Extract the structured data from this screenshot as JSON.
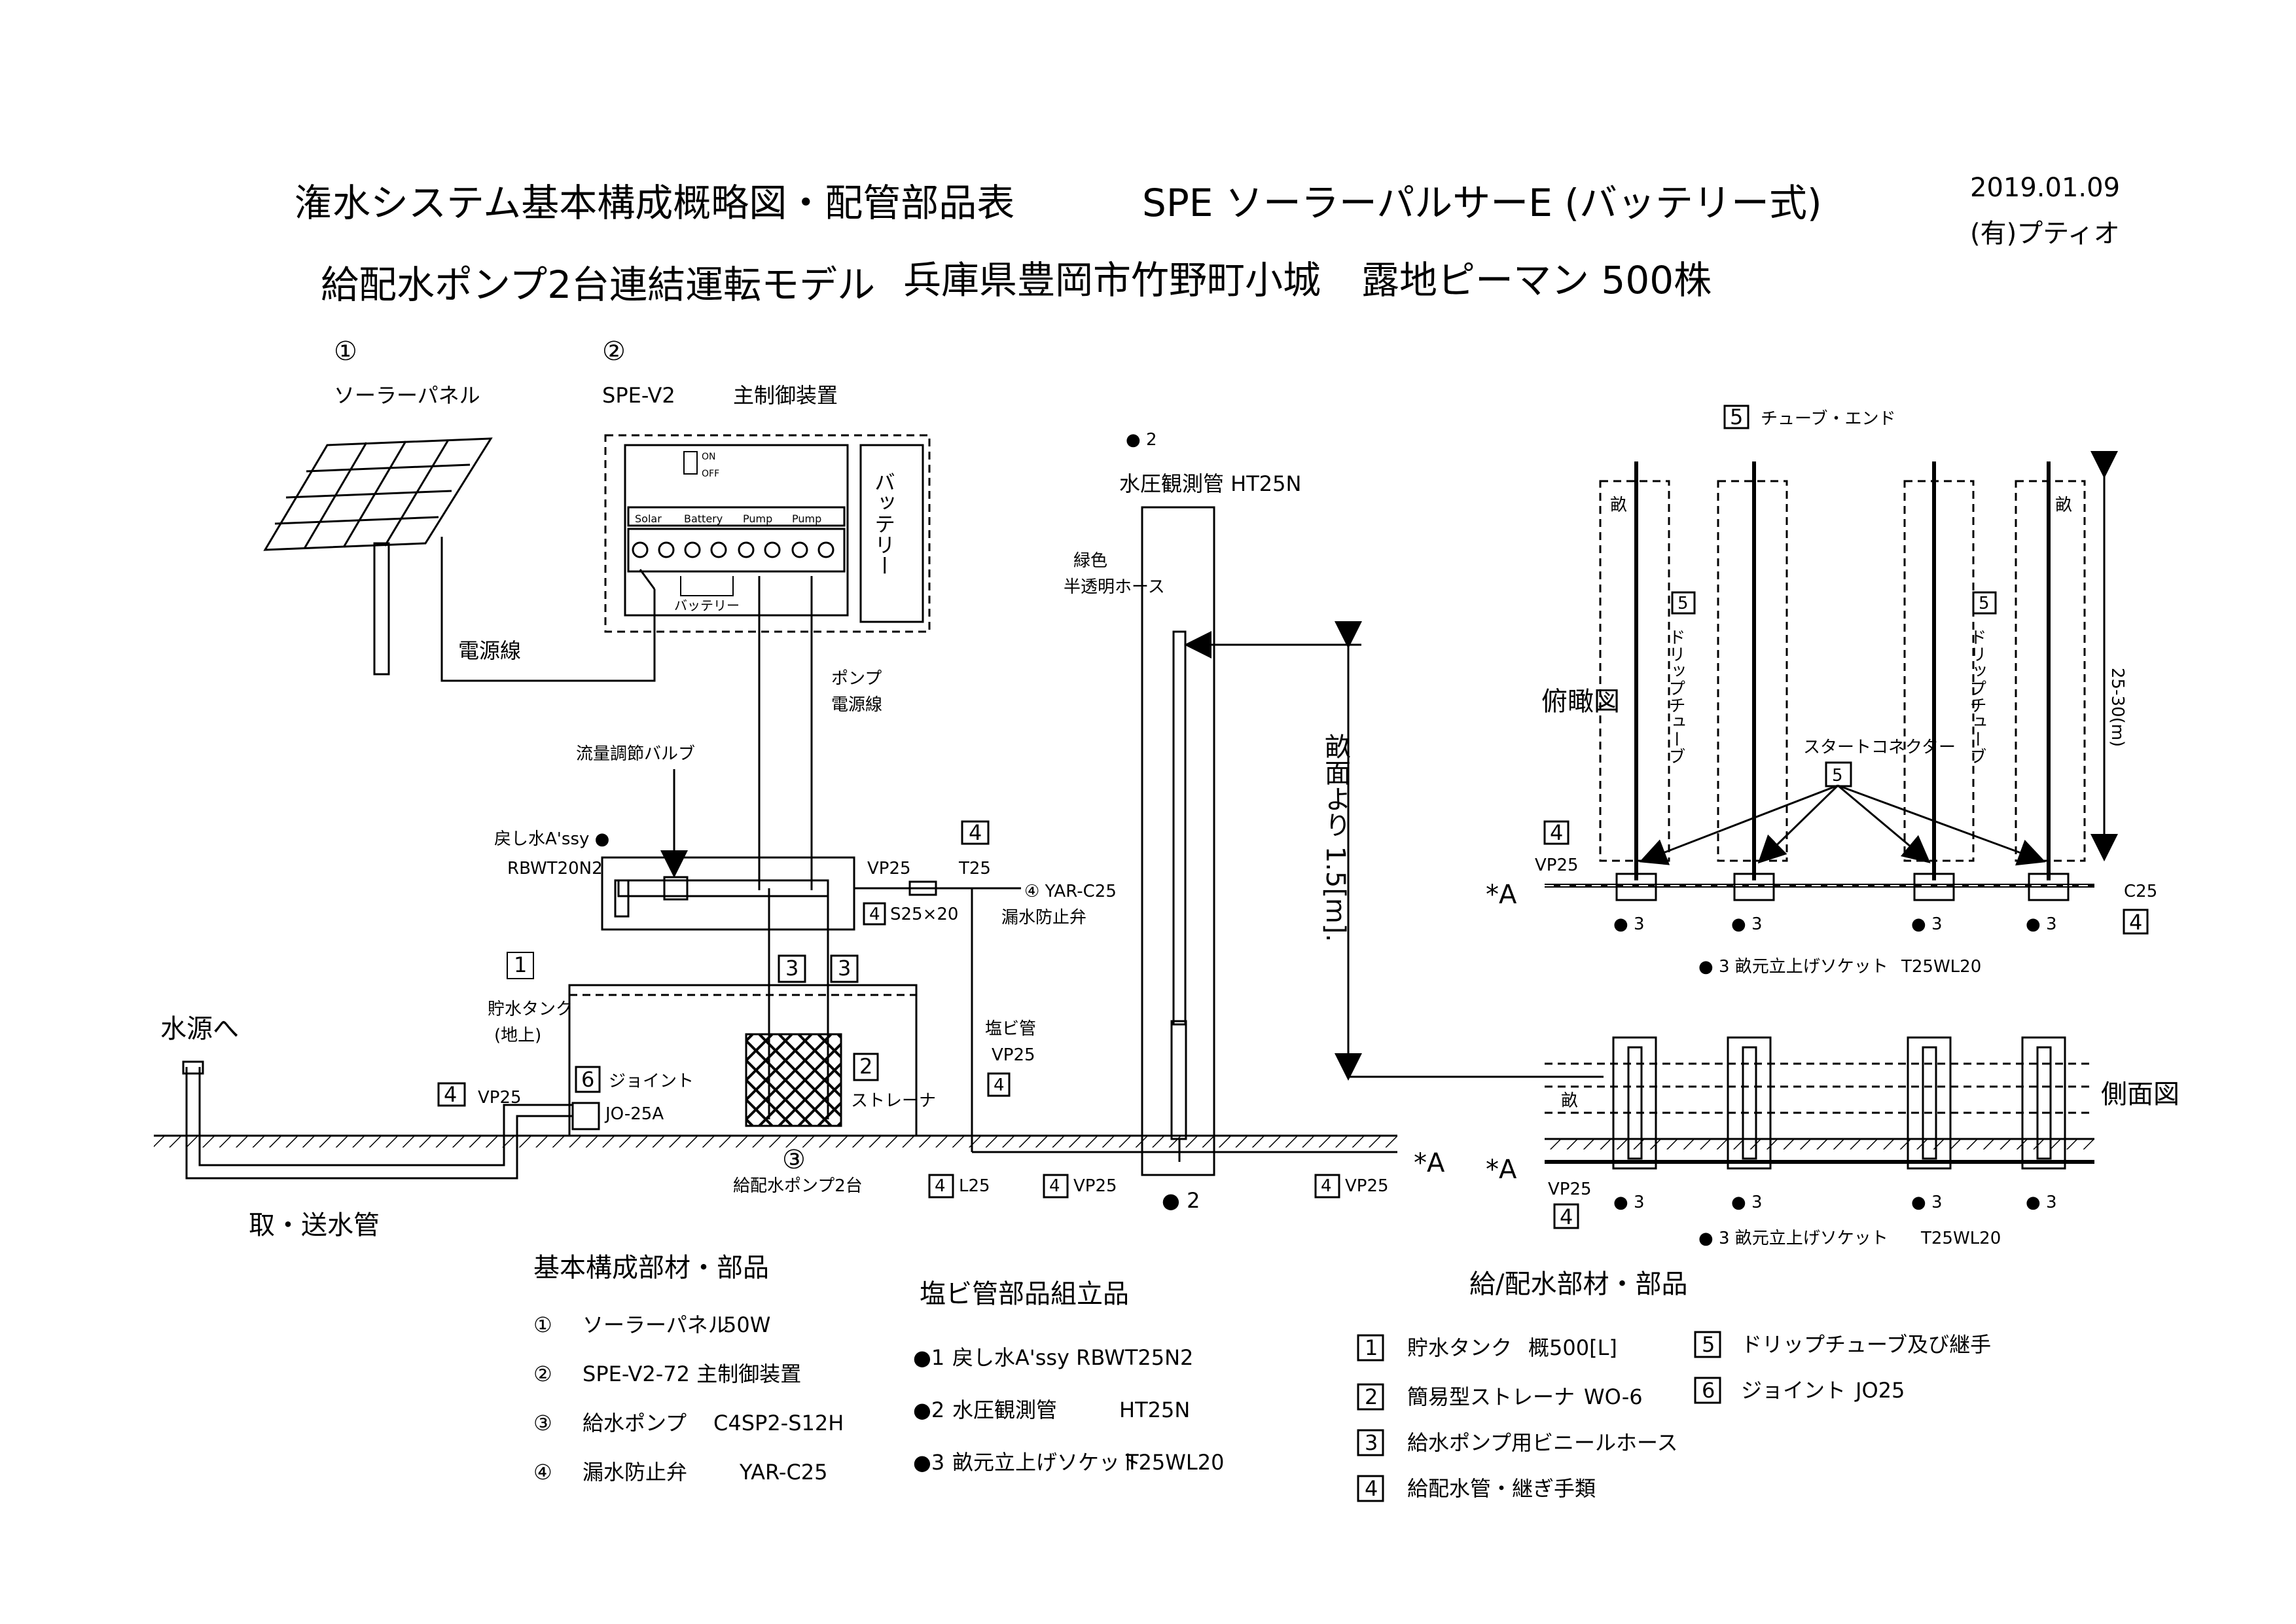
{
  "header": {
    "title": "潅水システム基本構成概略図・配管部品表",
    "product": "SPE ソーラーパルサーE (バッテリー式)",
    "date": "2019.01.09",
    "company": "(有)プティオ",
    "subtitle_model": "給配水ポンプ2台連結運転モデル",
    "subtitle_location": "兵庫県豊岡市竹野町小城",
    "subtitle_crop": "露地ピーマン 500株"
  },
  "diagram": {
    "solar": {
      "num": "①",
      "label": "ソーラーパネル"
    },
    "controller": {
      "num": "②",
      "name": "SPE-V2",
      "label": "主制御装置",
      "on": "ON",
      "off": "OFF",
      "terminals": [
        "Solar",
        "Battery",
        "Pump",
        "Pump"
      ],
      "battery_line": "バッテリー",
      "battery_box": "バッテリー"
    },
    "power_line": "電源線",
    "pump_line": "ポンプ\n電源線",
    "pump_line_1": "ポンプ",
    "pump_line_2": "電源線",
    "flow_valve": "流量調節バルブ",
    "return_assy": "戻し水A'ssy ●",
    "return_model": "RBWT20N2",
    "vp25": "VP25",
    "t25": "T25",
    "tag4": "4",
    "tag3": "3",
    "tag2": "2",
    "tag1": "1",
    "tag5": "5",
    "tag6": "6",
    "yar": "④ YAR-C25",
    "leak_valve": "漏水防止弁",
    "s25": "S25×20",
    "tank_1": "貯水タンク",
    "tank_2": "(地上)",
    "strainer": "ストレーナ",
    "joint": "ジョイント",
    "joint_model": "JO-25A",
    "water_source": "水源へ",
    "intake_pipe": "取・送水管",
    "pump_num": "③",
    "pump_label": "給配水ポンプ2台",
    "pvc_1": "塩ビ管",
    "pvc_2": "VP25",
    "l25": "L25",
    "pressure_num": "● 2",
    "pressure_label": "水圧観測管 HT25N",
    "hose_1": "緑色",
    "hose_2": "半透明ホース",
    "height": "畝面より 1.5[m].",
    "bottom_2": "● 2",
    "section_a": "*A",
    "tube_end": "チューブ・エンド",
    "ridge": "畝",
    "drip_tube": "ドリップチューブ",
    "top_view": "俯瞰図",
    "side_view": "側面図",
    "start_connector": "スタートコネクター",
    "length": "25-30(m)",
    "c25": "C25",
    "dot3": "● 3",
    "riser_1": "● 3 畝元立上げソケット",
    "riser_2": "T25WL20"
  },
  "parts_basic": {
    "title": "基本構成部材・部品",
    "items": [
      {
        "n": "①",
        "name": "ソーラーパネル",
        "model": "50W"
      },
      {
        "n": "②",
        "name": "SPE-V2-72 主制御装置",
        "model": ""
      },
      {
        "n": "③",
        "name": "給水ポンプ",
        "model": "C4SP2-S12H"
      },
      {
        "n": "④",
        "name": "漏水防止弁",
        "model": "YAR-C25"
      }
    ]
  },
  "parts_pvc": {
    "title": "塩ビ管部品組立品",
    "items": [
      {
        "n": "●1",
        "name": "戻し水A'ssy RBWT25N2"
      },
      {
        "n": "●2",
        "name": "水圧観測管",
        "model": "HT25N"
      },
      {
        "n": "●3",
        "name": "畝元立上げソケット",
        "model": "T25WL20"
      }
    ]
  },
  "parts_water": {
    "title": "給/配水部材・部品",
    "items": [
      {
        "n": "1",
        "name": "貯水タンク",
        "model": "概500[L]"
      },
      {
        "n": "2",
        "name": "簡易型ストレーナ",
        "model": "WO-6"
      },
      {
        "n": "3",
        "name": "給水ポンプ用ビニールホース",
        "model": ""
      },
      {
        "n": "4",
        "name": "給配水管・継ぎ手類",
        "model": ""
      },
      {
        "n": "5",
        "name": "ドリップチューブ及び継手",
        "model": ""
      },
      {
        "n": "6",
        "name": "ジョイント",
        "model": "JO25"
      }
    ]
  }
}
